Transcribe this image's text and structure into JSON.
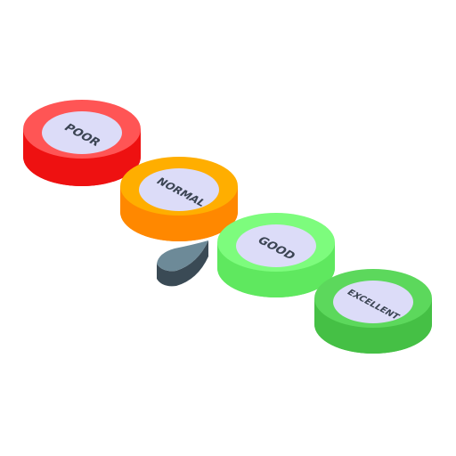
{
  "rating_scale": {
    "levels": [
      {
        "label": "POOR",
        "top_color": "#ff5555",
        "side_color": "#ee1111",
        "face_color": "#dcdcf8"
      },
      {
        "label": "NORMAL",
        "top_color": "#ffae00",
        "side_color": "#ff8800",
        "face_color": "#dcdcf8"
      },
      {
        "label": "GOOD",
        "top_color": "#7dfc7d",
        "side_color": "#5fe85f",
        "face_color": "#dcdcf8"
      },
      {
        "label": "EXCELLENT",
        "top_color": "#5cd85c",
        "side_color": "#45c045",
        "face_color": "#dcdcf8"
      }
    ],
    "pointer": {
      "icon": "pointer-needle-icon",
      "top_color": "#6d8a98",
      "side_color": "#3a4a55",
      "indicated_level": "NORMAL"
    }
  }
}
